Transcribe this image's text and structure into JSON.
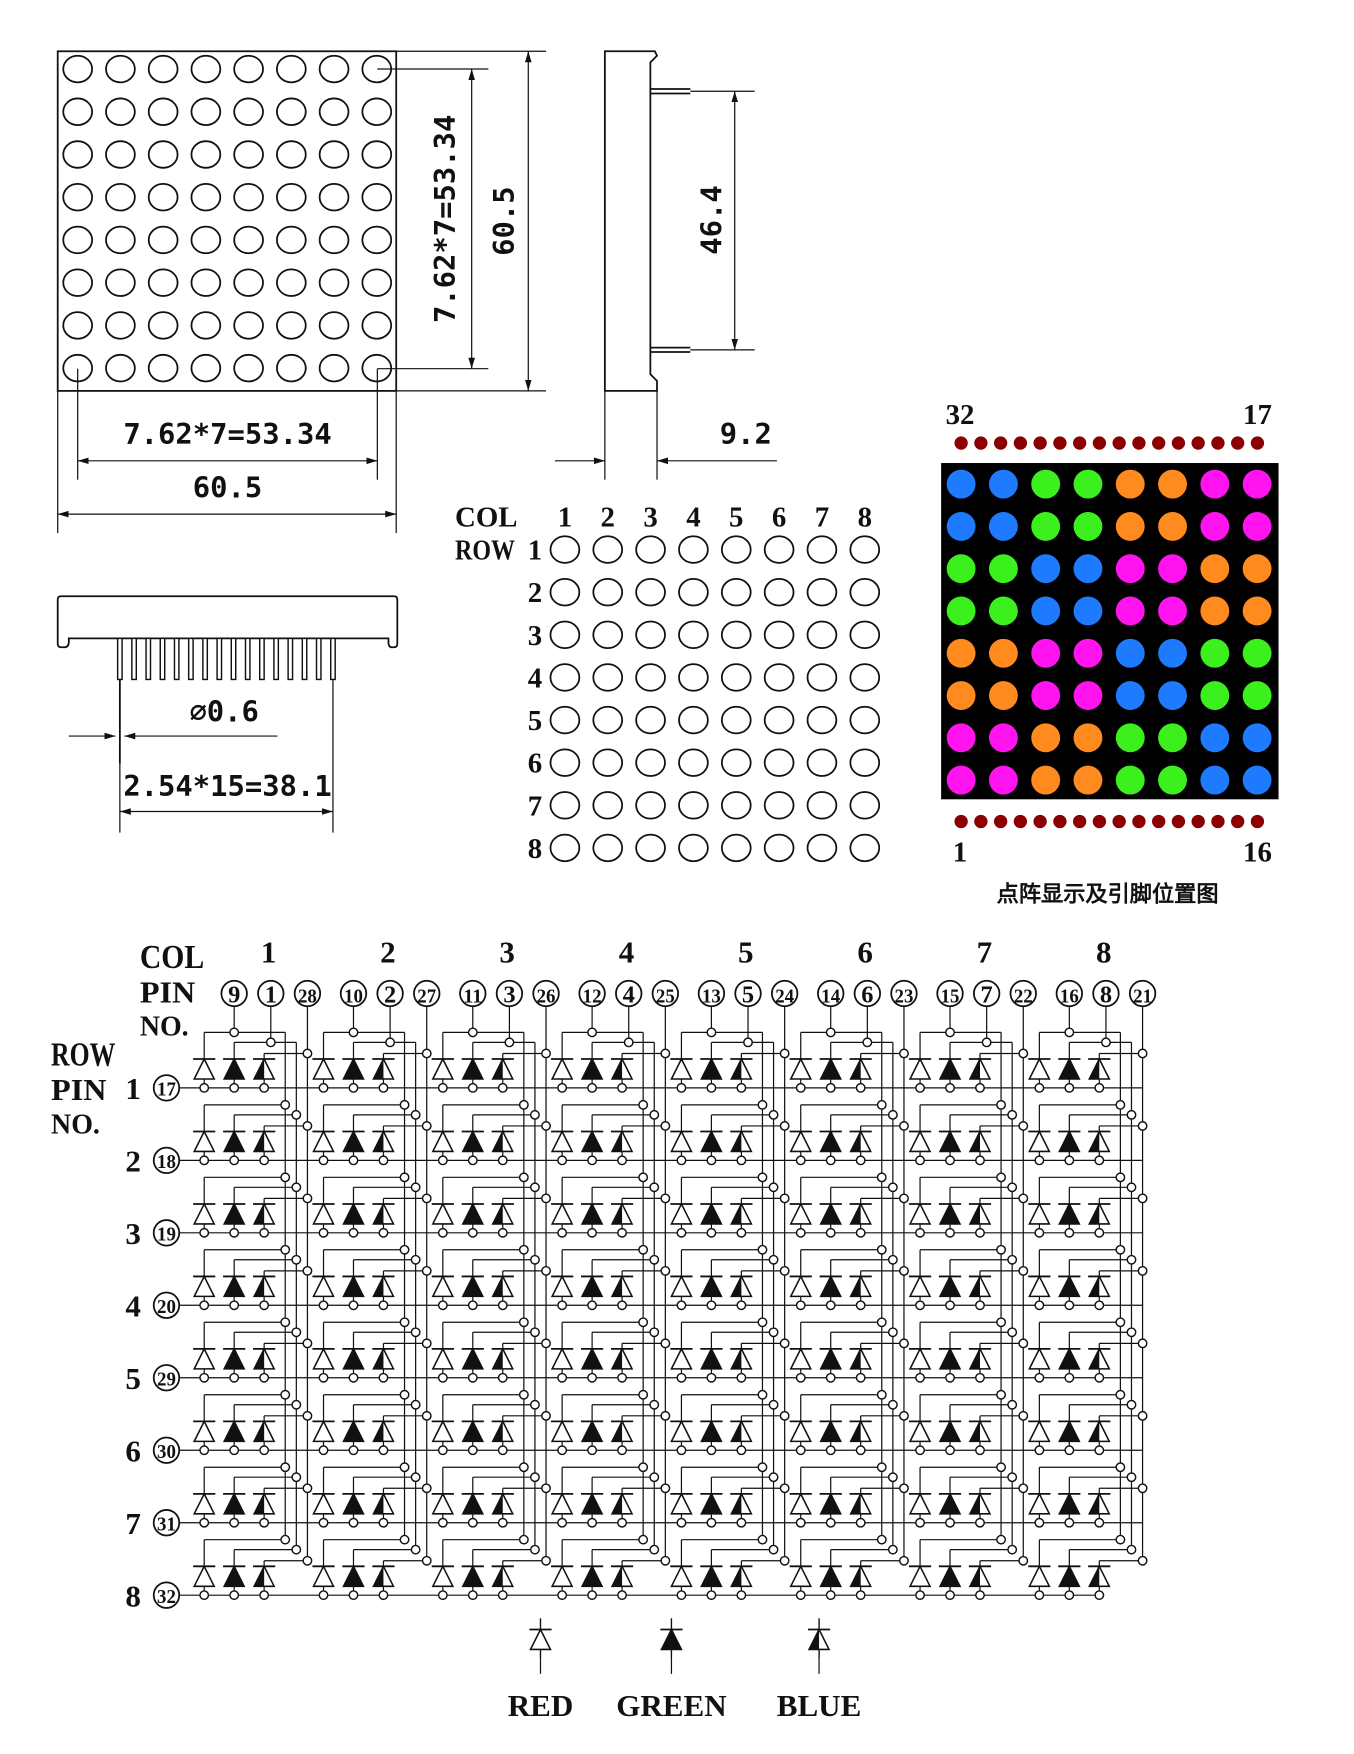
{
  "front_view": {
    "led_rows": 8,
    "led_cols": 8,
    "dim_pitch_vertical": "7.62*7=53.34",
    "dim_height": "60.5",
    "dim_pitch_horizontal": "7.62*7=53.34",
    "dim_width": "60.5"
  },
  "side_view": {
    "dim_pin_span": "46.4",
    "dim_depth": "9.2"
  },
  "bottom_view": {
    "pin_count": 16,
    "dim_pin_diameter": "⌀0.6",
    "dim_pin_pitch": "2.54*15=38.1"
  },
  "index_grid": {
    "col_label": "COL",
    "row_label": "ROW",
    "cols": [
      "1",
      "2",
      "3",
      "4",
      "5",
      "6",
      "7",
      "8"
    ],
    "rows": [
      "1",
      "2",
      "3",
      "4",
      "5",
      "6",
      "7",
      "8"
    ]
  },
  "color_panel": {
    "pin_top_left": "32",
    "pin_top_right": "17",
    "pin_bottom_left": "1",
    "pin_bottom_right": "16",
    "caption": "点阵显示及引脚位置图",
    "pin_dot_color": "#8b0000",
    "background": "#000000",
    "palette": {
      "B": "#1e7bff",
      "G": "#3cf01e",
      "O": "#ff8a1e",
      "M": "#ff14f0"
    },
    "matrix": [
      [
        "B",
        "B",
        "G",
        "G",
        "O",
        "O",
        "M",
        "M"
      ],
      [
        "B",
        "B",
        "G",
        "G",
        "O",
        "O",
        "M",
        "M"
      ],
      [
        "G",
        "G",
        "B",
        "B",
        "M",
        "M",
        "O",
        "O"
      ],
      [
        "G",
        "G",
        "B",
        "B",
        "M",
        "M",
        "O",
        "O"
      ],
      [
        "O",
        "O",
        "M",
        "M",
        "B",
        "B",
        "G",
        "G"
      ],
      [
        "O",
        "O",
        "M",
        "M",
        "B",
        "B",
        "G",
        "G"
      ],
      [
        "M",
        "M",
        "O",
        "O",
        "G",
        "G",
        "B",
        "B"
      ],
      [
        "M",
        "M",
        "O",
        "O",
        "G",
        "G",
        "B",
        "B"
      ]
    ]
  },
  "schematic": {
    "col_label": "COL",
    "pin_label": "PIN",
    "no_label": "NO.",
    "row_label": "ROW",
    "row_pin_label": "PIN",
    "row_no_label": "NO.",
    "columns": [
      {
        "number": "1",
        "pins": [
          "9",
          "1",
          "28"
        ]
      },
      {
        "number": "2",
        "pins": [
          "10",
          "2",
          "27"
        ]
      },
      {
        "number": "3",
        "pins": [
          "11",
          "3",
          "26"
        ]
      },
      {
        "number": "4",
        "pins": [
          "12",
          "4",
          "25"
        ]
      },
      {
        "number": "5",
        "pins": [
          "13",
          "5",
          "24"
        ]
      },
      {
        "number": "6",
        "pins": [
          "14",
          "6",
          "23"
        ]
      },
      {
        "number": "7",
        "pins": [
          "15",
          "7",
          "22"
        ]
      },
      {
        "number": "8",
        "pins": [
          "16",
          "8",
          "21"
        ]
      }
    ],
    "rows": [
      {
        "number": "1",
        "pin": "17"
      },
      {
        "number": "2",
        "pin": "18"
      },
      {
        "number": "3",
        "pin": "19"
      },
      {
        "number": "4",
        "pin": "20"
      },
      {
        "number": "5",
        "pin": "29"
      },
      {
        "number": "6",
        "pin": "30"
      },
      {
        "number": "7",
        "pin": "31"
      },
      {
        "number": "8",
        "pin": "32"
      }
    ],
    "legend": [
      {
        "label": "RED",
        "symbol": "outline"
      },
      {
        "label": "GREEN",
        "symbol": "filled"
      },
      {
        "label": "BLUE",
        "symbol": "half"
      }
    ]
  }
}
